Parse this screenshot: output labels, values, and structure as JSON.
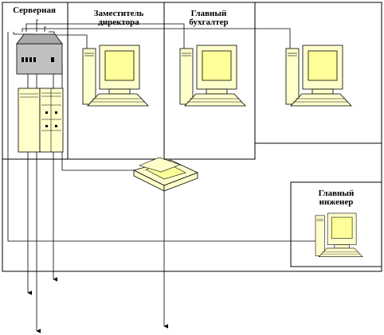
{
  "rooms": {
    "server": "Серверная",
    "deputy": "Заместитель директора",
    "accountant": "Главный бухгалтер",
    "engineer": "Главный инженер"
  },
  "colors": {
    "monitor": "#FFFFCC",
    "screen": "#FFFF99",
    "hub": "#C0C0C0",
    "line": "#000000"
  }
}
